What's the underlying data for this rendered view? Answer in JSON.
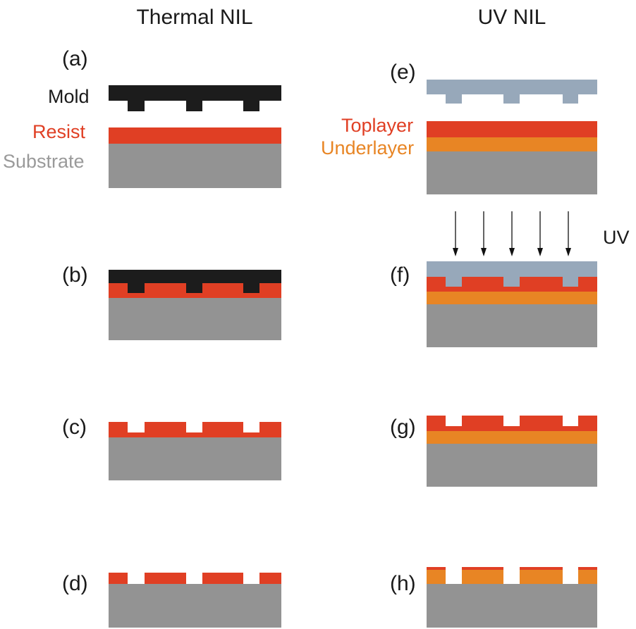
{
  "titles": {
    "thermal": "Thermal NIL",
    "uv": "UV NIL"
  },
  "panel_labels": {
    "a": "(a)",
    "b": "(b)",
    "c": "(c)",
    "d": "(d)",
    "e": "(e)",
    "f": "(f)",
    "g": "(g)",
    "h": "(h)"
  },
  "legend": {
    "mold": "Mold",
    "resist": "Resist",
    "substrate": "Substrate",
    "toplayer": "Toplayer",
    "underlayer": "Underlayer",
    "uv": "UV"
  },
  "colors": {
    "mold_thermal": "#1c1c1c",
    "mold_uv": "#97a8ba",
    "resist": "#e03f24",
    "underlayer": "#e88524",
    "substrate": "#939393",
    "substrate_label": "#9a9a9a",
    "arrow": "#111111"
  }
}
